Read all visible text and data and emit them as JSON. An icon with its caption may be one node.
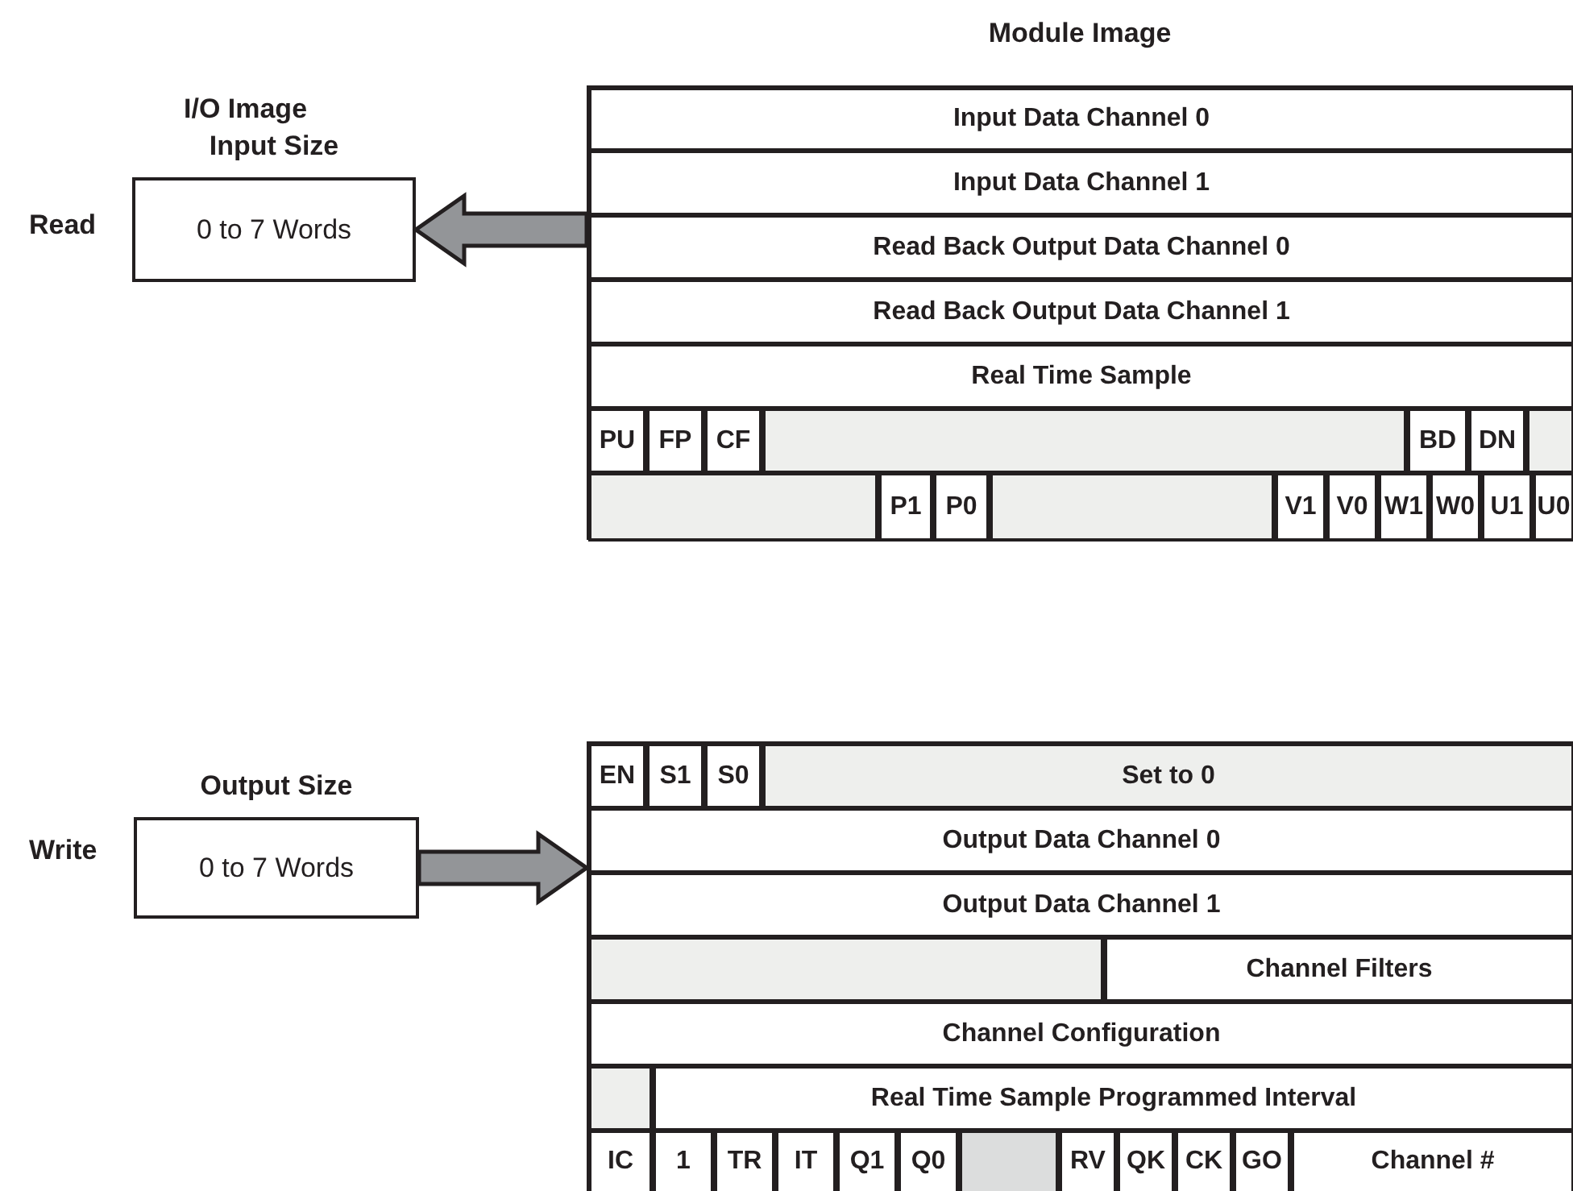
{
  "diagram": {
    "nodes": [
      {
        "text": [
          "Input Size",
          "0 to 7 Words"
        ]
      },
      {
        "text": [
          "Module Image"
        ]
      },
      {
        "text": [
          "Input Data Channel 0"
        ],
        "in": 1
      },
      {
        "text": [
          "Input Data Channel 1"
        ],
        "in": 1
      },
      {
        "text": [
          "Read Back Output Data Channel 0"
        ],
        "in": 1
      },
      {
        "text": [
          "Read Back Output Data Channel 1"
        ],
        "in": 1
      },
      {
        "text": [
          "Real Time Sample"
        ],
        "in": 1
      },
      {
        "text": [
          "PU"
        ],
        "in": 1
      },
      {
        "text": [
          "FP"
        ],
        "in": 1
      },
      {
        "text": [
          "CF"
        ],
        "in": 1
      },
      {
        "text": [],
        "shape": "box",
        "in": 1
      },
      {
        "text": [
          "BD"
        ],
        "in": 1
      },
      {
        "text": [
          "DN"
        ],
        "in": 1
      },
      {
        "text": [],
        "shape": "box",
        "in": 1
      },
      {
        "text": [],
        "shape": "box",
        "in": 1
      },
      {
        "text": [
          "P1"
        ],
        "in": 1
      },
      {
        "text": [
          "P0"
        ],
        "in": 1
      },
      {
        "text": [],
        "shape": "box",
        "in": 1
      },
      {
        "text": [
          "V1"
        ],
        "in": 1
      },
      {
        "text": [
          "V0"
        ],
        "in": 1
      },
      {
        "text": [
          "W1"
        ],
        "in": 1
      },
      {
        "text": [
          "W0"
        ],
        "in": 1
      },
      {
        "text": [
          "U1"
        ],
        "in": 1
      },
      {
        "text": [
          "U0"
        ],
        "in": 1
      },
      {
        "text": [
          "Output Size",
          "0 to 7 Words"
        ]
      },
      {
        "text": [],
        "shape": "box"
      },
      {
        "text": [
          "EN"
        ],
        "in": 25
      },
      {
        "text": [
          "S1"
        ],
        "in": 25
      },
      {
        "text": [
          "S0"
        ],
        "in": 25
      },
      {
        "text": [
          "Set to 0"
        ],
        "in": 25
      },
      {
        "text": [
          "Output Data Channel 0"
        ],
        "in": 25
      },
      {
        "text": [
          "Output Data Channel 1"
        ],
        "in": 25
      },
      {
        "text": [],
        "shape": "box",
        "in": 25
      },
      {
        "text": [
          "Channel Filters"
        ],
        "in": 25
      },
      {
        "text": [
          "Channel Configuration"
        ],
        "in": 25
      },
      {
        "text": [],
        "shape": "box",
        "in": 25
      },
      {
        "text": [
          "Real Time Sample Programmed Interval"
        ],
        "in": 25
      },
      {
        "text": [
          "IC"
        ],
        "in": 25
      },
      {
        "text": [
          "1"
        ],
        "in": 25
      },
      {
        "text": [
          "TR"
        ],
        "in": 25
      },
      {
        "text": [
          "IT"
        ],
        "in": 25
      },
      {
        "text": [
          "Q1"
        ],
        "in": 25
      },
      {
        "text": [
          "Q0"
        ],
        "in": 25
      },
      {
        "text": [],
        "shape": "box",
        "in": 25
      },
      {
        "text": [
          "RV"
        ],
        "in": 25
      },
      {
        "text": [
          "QK"
        ],
        "in": 25
      },
      {
        "text": [
          "CK"
        ],
        "in": 25
      },
      {
        "text": [
          "GO"
        ],
        "in": 25
      },
      {
        "text": [
          "Channel #"
        ],
        "in": 25
      }
    ],
    "edges": [
      {
        "from": 1,
        "to": 0,
        "arrow": "to"
      },
      {
        "from": 24,
        "to": 25,
        "arrow": "to"
      }
    ],
    "labels": [
      "I/O Image",
      "Read",
      "Write"
    ]
  }
}
